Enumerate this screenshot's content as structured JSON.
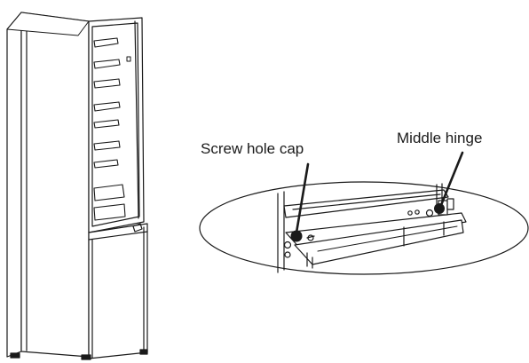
{
  "labels": {
    "screw_hole_cap": "Screw hole cap",
    "middle_hinge": "Middle hinge"
  },
  "colors": {
    "line": "#1a1a1a",
    "background": "#ffffff"
  },
  "icons": {
    "fridge": "refrigerator-open-door-illustration",
    "detail": "elliptical-zoom-detail-of-hinge-area"
  }
}
